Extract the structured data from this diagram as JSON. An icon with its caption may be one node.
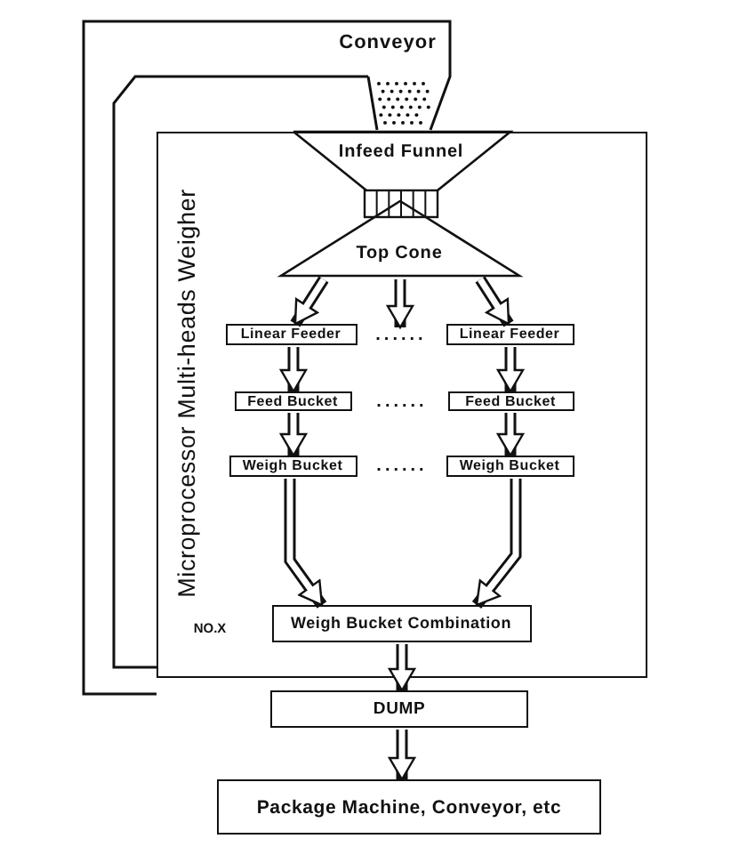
{
  "diagram": {
    "nodes": [
      {
        "text": [
          "Conveyor"
        ]
      },
      {
        "text": [
          "Microprocessor Multi-heads Weigher"
        ]
      },
      {
        "text": [
          "Infeed Funnel"
        ],
        "in": 1
      },
      {
        "text": [
          "Top Cone"
        ],
        "in": 1
      },
      {
        "text": [
          "Linear Feeder"
        ],
        "in": 1
      },
      {
        "text": [
          "......"
        ],
        "in": 1
      },
      {
        "text": [
          "Linear Feeder"
        ],
        "in": 1
      },
      {
        "text": [
          "Feed Bucket"
        ],
        "in": 1
      },
      {
        "text": [
          "Feed Bucket"
        ],
        "in": 1
      },
      {
        "text": [
          "Weigh Bucket"
        ],
        "in": 1
      },
      {
        "text": [
          "Weigh Bucket"
        ],
        "in": 1
      },
      {
        "text": [
          "Weigh Bucket Combination"
        ],
        "in": 1
      },
      {
        "text": [
          "DUMP"
        ]
      },
      {
        "text": [
          "Package Machine, Conveyor, etc"
        ]
      }
    ],
    "edges": [
      {
        "from": 3,
        "to": 4,
        "arrow": "to"
      },
      {
        "from": 3,
        "to": 5,
        "arrow": "to"
      },
      {
        "from": 3,
        "to": 6,
        "arrow": "to"
      },
      {
        "from": 4,
        "to": 7,
        "arrow": "to"
      },
      {
        "from": 6,
        "to": 8,
        "arrow": "to"
      },
      {
        "from": 7,
        "to": 9,
        "arrow": "to"
      },
      {
        "from": 8,
        "to": 10,
        "arrow": "to"
      },
      {
        "from": 9,
        "to": 11,
        "arrow": "to"
      },
      {
        "from": 10,
        "to": 11,
        "arrow": "to"
      },
      {
        "from": 11,
        "to": 12,
        "arrow": "to"
      },
      {
        "from": 12,
        "to": 13,
        "arrow": "to"
      }
    ],
    "labels": [
      "......",
      "......",
      "NO.X"
    ]
  }
}
